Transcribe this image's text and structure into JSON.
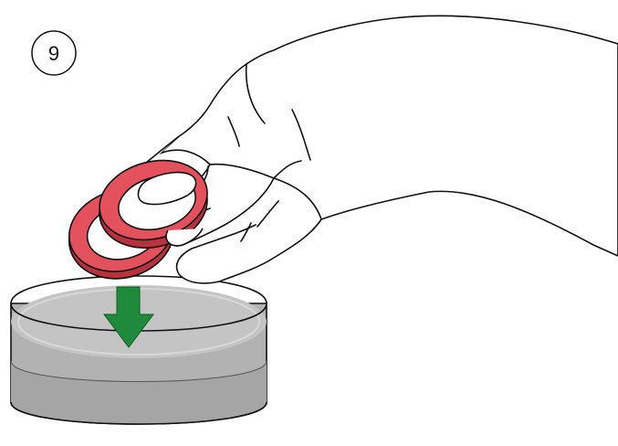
{
  "step": {
    "number": "9"
  },
  "colors": {
    "outline": "#111111",
    "ring_fill": "#e2515c",
    "ring_shadow": "#b8323d",
    "liquid": "#bdbdbd",
    "liquid_light": "#cfcfcf",
    "dish_wall": "#a8a8a8",
    "arrow": "#1f8a3b",
    "skin": "#ffffff"
  },
  "icons": {
    "arrow": "down-arrow-icon",
    "hand": "hand-illustration",
    "rings": "sealing-rings",
    "dish": "liquid-dish"
  }
}
